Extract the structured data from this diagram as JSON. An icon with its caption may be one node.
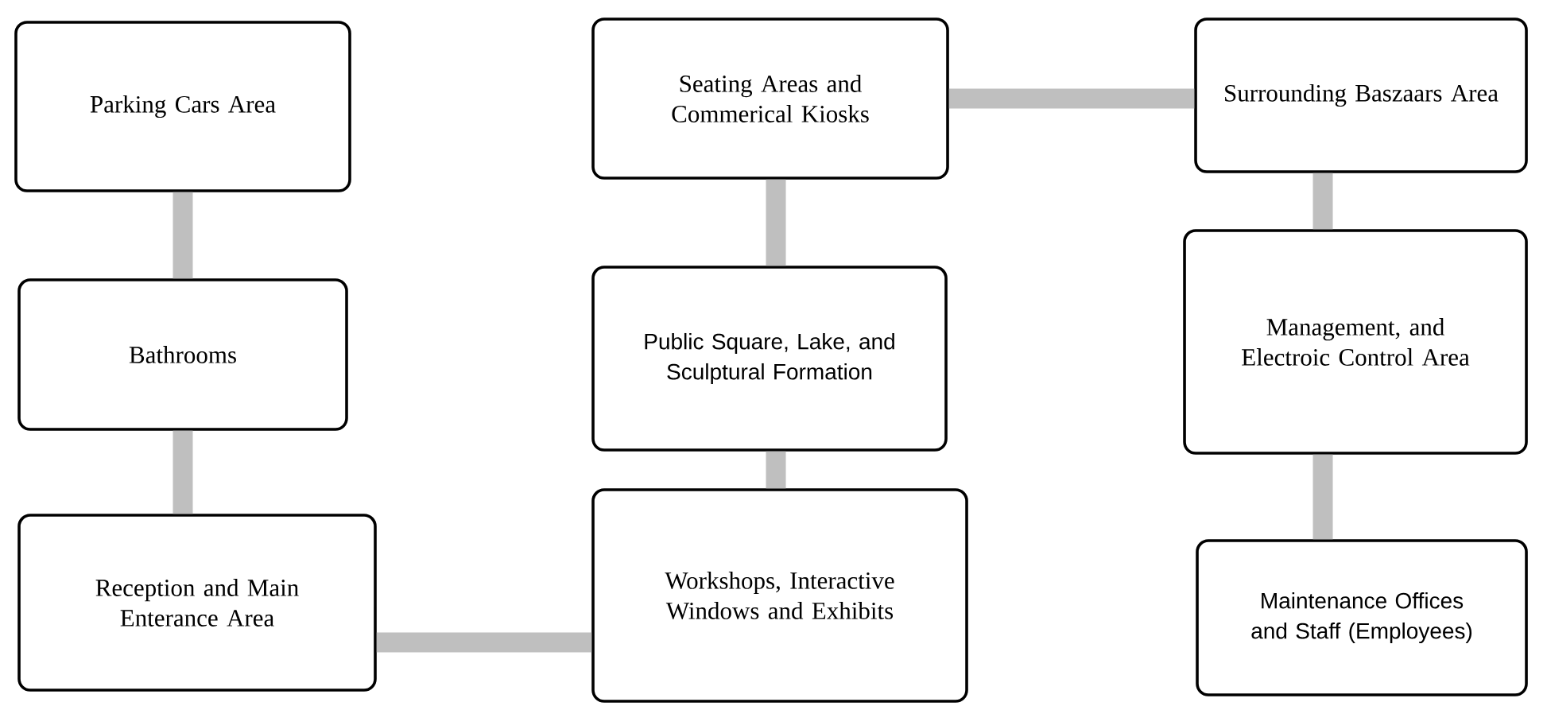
{
  "diagram": {
    "nodes": [
      {
        "text": [
          "Parking Cars Area"
        ]
      },
      {
        "text": [
          "Bathrooms"
        ]
      },
      {
        "text": [
          "Reception and Main Enterance Area"
        ]
      },
      {
        "text": [
          "Seating Areas and Commerical Kiosks"
        ]
      },
      {
        "text": [
          "Surrounding Baszaars Area"
        ]
      },
      {
        "text": [
          "Public Square, Lake, and Sculptural Formation"
        ]
      },
      {
        "text": [
          "Management, and Electroic Control Area"
        ]
      },
      {
        "text": [
          "Workshops, Interactive Windows and Exhibits"
        ]
      },
      {
        "text": [
          "Maintenance Offices and Staff (Employees)"
        ]
      }
    ],
    "edges": [
      {
        "from": 0,
        "to": 1,
        "arrow": "none"
      },
      {
        "from": 1,
        "to": 2,
        "arrow": "none"
      },
      {
        "from": 2,
        "to": 7,
        "arrow": "none"
      },
      {
        "from": 7,
        "to": 5,
        "arrow": "none"
      },
      {
        "from": 5,
        "to": 3,
        "arrow": "none"
      },
      {
        "from": 3,
        "to": 4,
        "arrow": "none"
      },
      {
        "from": 4,
        "to": 6,
        "arrow": "none"
      },
      {
        "from": 6,
        "to": 8,
        "arrow": "none"
      }
    ]
  }
}
